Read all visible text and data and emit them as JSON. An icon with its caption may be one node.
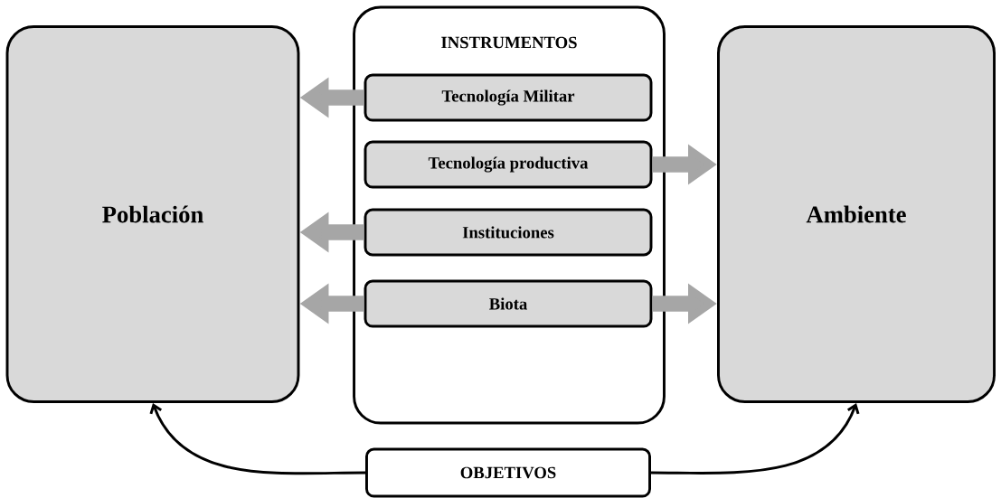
{
  "diagram": {
    "nodes": [
      {
        "text": [
          "Población"
        ]
      },
      {
        "text": [
          "INSTRUMENTOS"
        ]
      },
      {
        "text": [
          "Tecnología Militar"
        ],
        "in": 1
      },
      {
        "text": [
          "Tecnología productiva"
        ],
        "in": 1
      },
      {
        "text": [
          "Instituciones"
        ],
        "in": 1
      },
      {
        "text": [
          "Biota"
        ],
        "in": 1
      },
      {
        "text": [
          "Ambiente"
        ]
      },
      {
        "text": [
          "OBJETIVOS"
        ]
      }
    ],
    "edges": [
      {
        "from": 2,
        "to": 0,
        "arrow": "to"
      },
      {
        "from": 3,
        "to": 6,
        "arrow": "to"
      },
      {
        "from": 4,
        "to": 0,
        "arrow": "to"
      },
      {
        "from": 5,
        "to": 0,
        "arrow": "to"
      },
      {
        "from": 5,
        "to": 6,
        "arrow": "to"
      },
      {
        "from": 7,
        "to": 0,
        "arrow": "to",
        "color": "#000000"
      },
      {
        "from": 7,
        "to": 6,
        "arrow": "to",
        "color": "#000000"
      }
    ]
  }
}
